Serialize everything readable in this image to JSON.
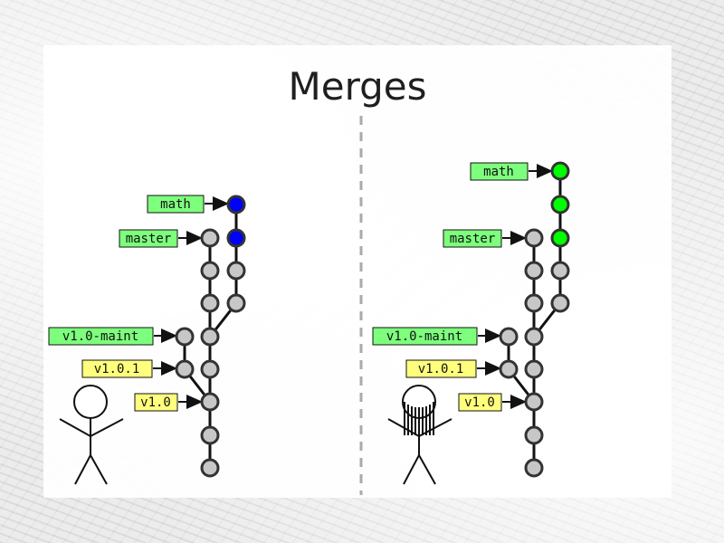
{
  "slide": {
    "title": "Merges"
  },
  "colors": {
    "branch_label_fill": "#7dff7d",
    "tag_label_fill": "#ffff7d",
    "commit_default": "#c7c7c7",
    "commit_math_left": "#0000ff",
    "commit_math_right": "#00ff00",
    "edge": "#111111",
    "separator": "#aaaaaa"
  },
  "left_panel": {
    "labels": {
      "math": "math",
      "master": "master",
      "maint": "v1.0-maint",
      "tag_v101": "v1.0.1",
      "tag_v10": "v1.0"
    },
    "person_icon": "stick-figure-icon"
  },
  "right_panel": {
    "labels": {
      "math": "math",
      "master": "master",
      "maint": "v1.0-maint",
      "tag_v101": "v1.0.1",
      "tag_v10": "v1.0"
    },
    "person_icon": "stick-figure-with-hair-icon"
  }
}
